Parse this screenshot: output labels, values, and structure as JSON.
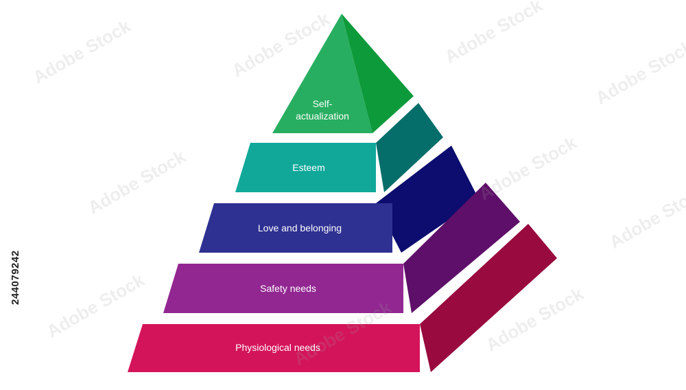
{
  "pyramid": {
    "levels": [
      {
        "id": "self-actualization",
        "label": "Self-\nactualization",
        "front_color": "#27AE60",
        "side_color": "#0D9A3A"
      },
      {
        "id": "esteem",
        "label": "Esteem",
        "front_color": "#11A89A",
        "side_color": "#056E6A"
      },
      {
        "id": "love-belonging",
        "label": "Love and belonging",
        "front_color": "#2E3192",
        "side_color": "#0C0D6E"
      },
      {
        "id": "safety-needs",
        "label": "Safety needs",
        "front_color": "#922791",
        "side_color": "#5E0F69"
      },
      {
        "id": "physiological-needs",
        "label": "Physiological needs",
        "front_color": "#D4145A",
        "side_color": "#990A3E"
      }
    ]
  },
  "stock_id": "244079242",
  "watermark": "Adobe Stock"
}
